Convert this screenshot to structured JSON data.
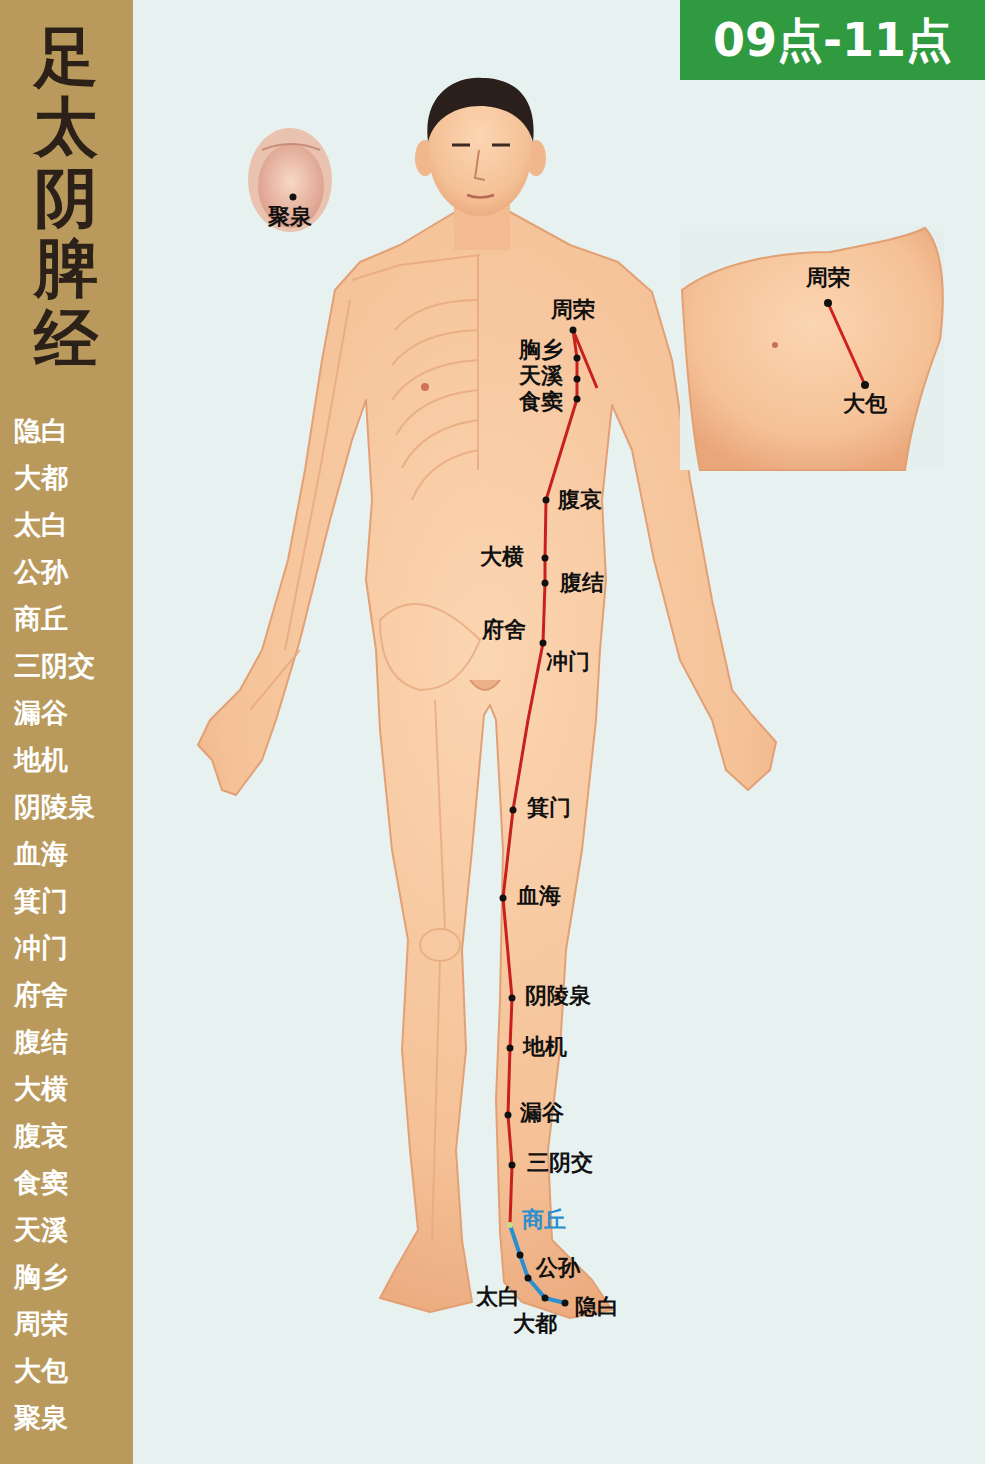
{
  "diagram": {
    "title": "足太阴脾经",
    "nodes": [
      {
        "text": [
          "隐白",
          "大都",
          "太白",
          "公孙",
          "商丘",
          "三阴交",
          "漏谷",
          "地机",
          "阴陵泉",
          "血海",
          "箕门",
          "冲门",
          "府舍",
          "腹结",
          "大横",
          "腹哀",
          "食窦",
          "天溪",
          "胸乡",
          "周荣",
          "大包",
          "聚泉"
        ]
      },
      {
        "text": [
          "09点-11点"
        ]
      }
    ],
    "labels": [
      "聚泉",
      "周荣",
      "胸乡",
      "天溪",
      "食窦",
      "腹哀",
      "大横",
      "腹结",
      "府舍",
      "冲门",
      "箕门",
      "血海",
      "阴陵泉",
      "地机",
      "漏谷",
      "三阴交",
      "商丘",
      "公孙",
      "太白",
      "大都",
      "隐白",
      "周荣",
      "大包"
    ]
  }
}
